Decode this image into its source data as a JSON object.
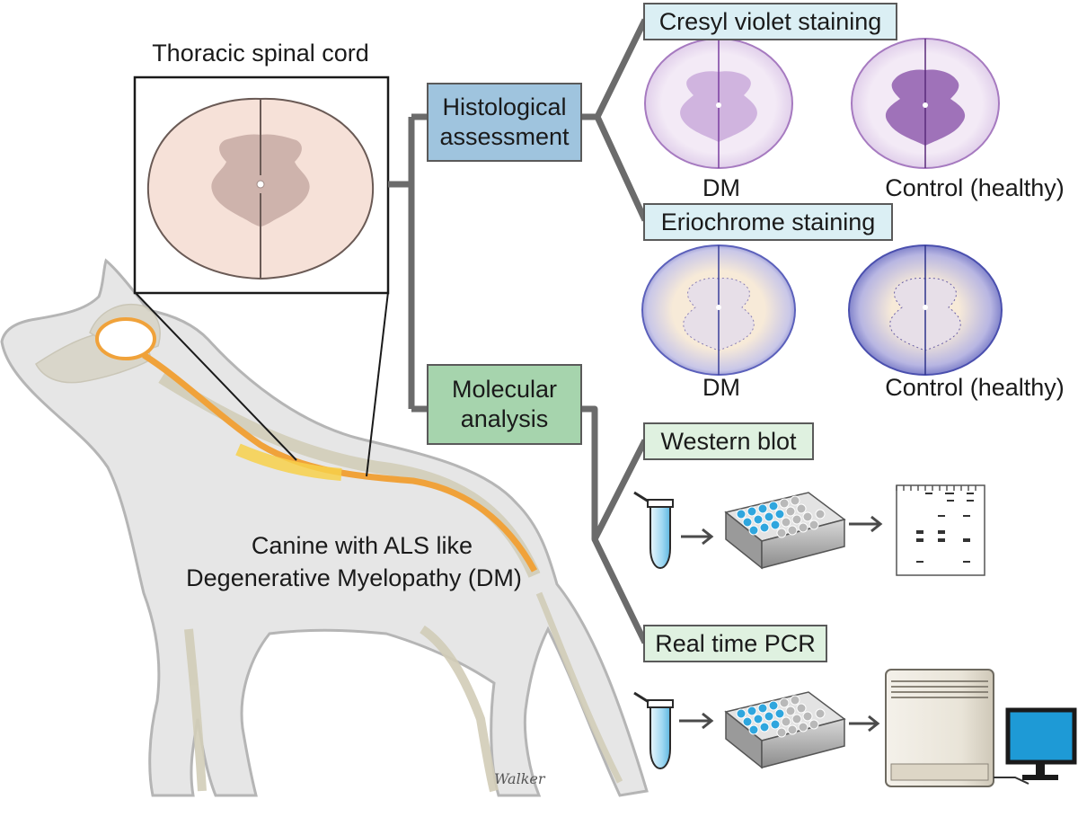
{
  "diagram": {
    "spinal_cord_title": "Thoracic spinal cord",
    "dog_caption_line1": "Canine with ALS like",
    "dog_caption_line2": "Degenerative Myelopathy (DM)",
    "signature": "Walker",
    "histology_box": {
      "line1": "Histological",
      "line2": "assessment"
    },
    "molecular_box": {
      "line1": "Molecular",
      "line2": "analysis"
    },
    "cresyl_label": "Cresyl violet staining",
    "eriochrome_label": "Eriochrome staining",
    "western_label": "Western blot",
    "pcr_label": "Real time PCR",
    "sample_labels": {
      "cresyl_dm": "DM",
      "cresyl_control": "Control (healthy)",
      "erio_dm": "DM",
      "erio_control": "Control (healthy)"
    }
  },
  "colors": {
    "connector": "#6b6b6b",
    "histology_fill": "#9fc4de",
    "molecular_fill": "#a6d4ad",
    "stain_label_fill": "#dbeff4",
    "assay_label_fill": "#dff1e0",
    "dog_fill": "#e6e6e6",
    "spinal_cord_fill": "#f6e1d8",
    "grey_matter": "#ceb3ac",
    "nerve_orange": "#f0a23a",
    "cresyl_purple": "#7a3ea0",
    "erio_blue": "#6a6fc0",
    "sample_tube": "#9fd8f2",
    "well_blue": "#2fa6de",
    "monitor_screen": "#1e9ad6"
  }
}
